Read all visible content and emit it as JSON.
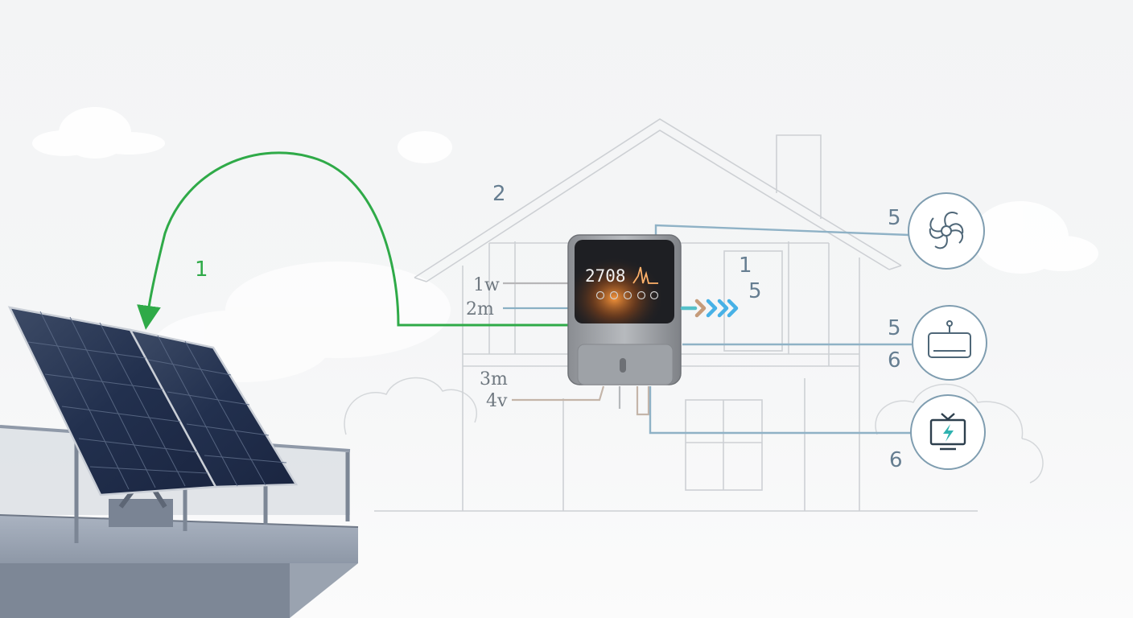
{
  "diagram": {
    "labels": {
      "solar_to_inverter": "1",
      "house": "2",
      "wire_1": "1w",
      "wire_2": "2m",
      "wire_3": "3m",
      "wire_4": "4v",
      "output_top": "1",
      "output_mid": "5",
      "fan": "5",
      "router_top": "5",
      "router_bottom": "6",
      "tv": "6"
    },
    "inverter": {
      "display_value": "2708"
    },
    "devices": [
      {
        "icon": "fan-icon"
      },
      {
        "icon": "router-icon"
      },
      {
        "icon": "tv-icon"
      }
    ]
  },
  "colors": {
    "green_flow": "#2faa48",
    "blue_line": "#89aec4",
    "gray_line": "#b5b8bb",
    "house_line": "#c9ccd0",
    "arrow_orange": "#c59b7a",
    "arrow_blue": "#47b1e6",
    "label_text": "#667e91",
    "panel_blue": "#24324f",
    "inverter_screen": "#1e1f23"
  }
}
